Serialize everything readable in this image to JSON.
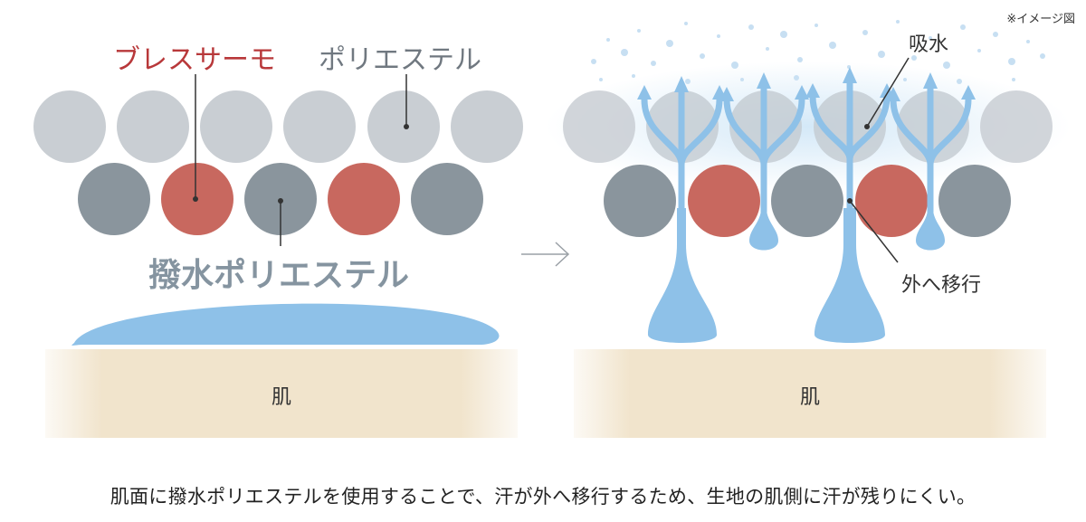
{
  "note": "※イメージ図",
  "left": {
    "label_breath": "ブレスサーモ",
    "label_polyester": "ポリエステル",
    "label_repellent": "撥水ポリエステル",
    "skin": "肌"
  },
  "right": {
    "label_absorb": "吸水",
    "label_move": "外へ移行",
    "skin": "肌"
  },
  "caption": "肌面に撥水ポリエステルを使用することで、汗が外へ移行するため、生地の肌側に汗が残りにくい。",
  "colors": {
    "light_fiber": "#c9ced3",
    "dark_fiber": "#8a959d",
    "red_fiber": "#c8685f",
    "water": "#8ec1e8",
    "skin": "#f1e4cc"
  }
}
